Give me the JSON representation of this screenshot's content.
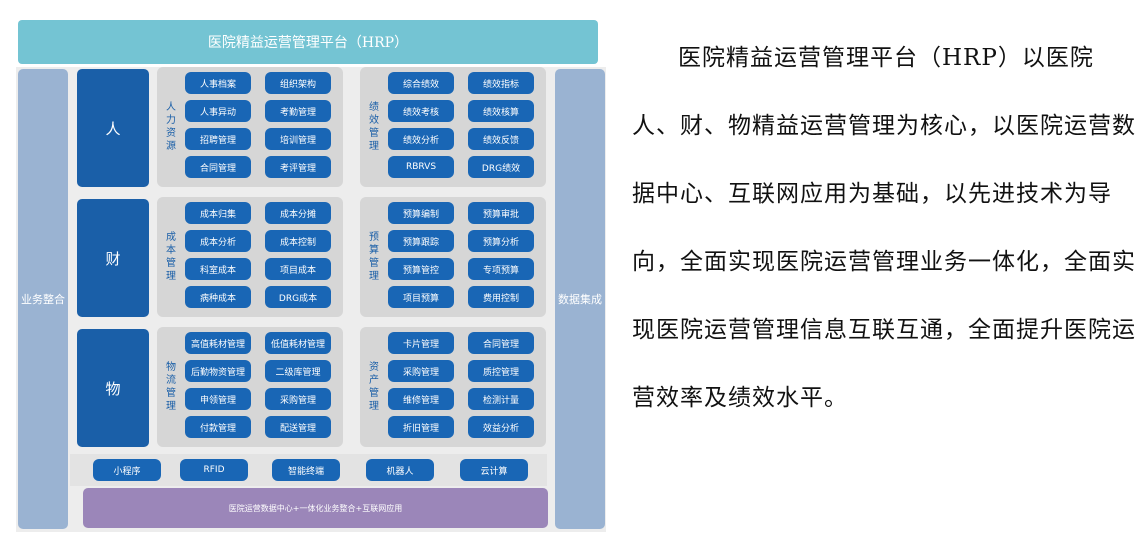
{
  "diagram": {
    "title": "医院精益运营管理平台（HRP）",
    "left_sidebar": "业务整合",
    "right_sidebar": "数据集成",
    "rows": [
      {
        "label": "人",
        "groups": [
          {
            "label": "人力资源",
            "items": [
              "人事档案",
              "组织架构",
              "人事异动",
              "考勤管理",
              "招聘管理",
              "培训管理",
              "合同管理",
              "考评管理"
            ]
          },
          {
            "label": "绩效管理",
            "items": [
              "综合绩效",
              "绩效指标",
              "绩效考核",
              "绩效核算",
              "绩效分析",
              "绩效反馈",
              "RBRVS",
              "DRG绩效"
            ]
          }
        ]
      },
      {
        "label": "财",
        "groups": [
          {
            "label": "成本管理",
            "items": [
              "成本归集",
              "成本分摊",
              "成本分析",
              "成本控制",
              "科室成本",
              "项目成本",
              "病种成本",
              "DRG成本"
            ]
          },
          {
            "label": "预算管理",
            "items": [
              "预算编制",
              "预算审批",
              "预算跟踪",
              "预算分析",
              "预算管控",
              "专项预算",
              "项目预算",
              "费用控制"
            ]
          }
        ]
      },
      {
        "label": "物",
        "groups": [
          {
            "label": "物流管理",
            "items": [
              "高值耗材管理",
              "低值耗材管理",
              "后勤物资管理",
              "二级库管理",
              "申领管理",
              "采购管理",
              "付款管理",
              "配送管理"
            ]
          },
          {
            "label": "资产管理",
            "items": [
              "卡片管理",
              "合同管理",
              "采购管理",
              "质控管理",
              "维修管理",
              "检测计量",
              "折旧管理",
              "效益分析"
            ]
          }
        ]
      }
    ],
    "tech_items": [
      "小程序",
      "RFID",
      "智能终端",
      "机器人",
      "云计算"
    ],
    "footer": "医院运营数据中心+一体化业务整合+互联网应用"
  },
  "description": "医院精益运营管理平台（HRP）以医院人、财、物精益运营管理为核心，以医院运营数据中心、互联网应用为基础，以先进技术为导向，全面实现医院运营管理业务一体化，全面实现医院运营管理信息互联互通，全面提升医院运营效率及绩效水平。",
  "colors": {
    "banner": "#74c4d3",
    "sidebar": "#9ab3d2",
    "module_blue": "#1966b5",
    "footer_purple": "#9b86b9",
    "panel_grey": "#d6d6d6"
  }
}
